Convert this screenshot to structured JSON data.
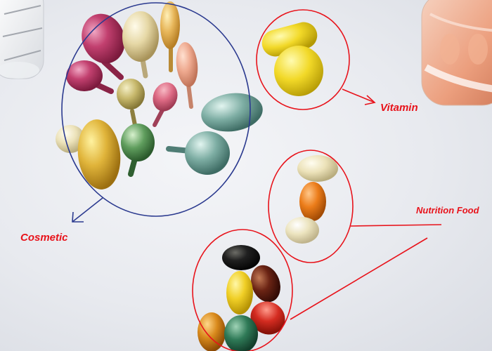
{
  "labels": {
    "cosmetic": "Cosmetic",
    "vitamin": "Vitamin",
    "nutrition": "Nutrition Food"
  },
  "colors": {
    "annotation_red": "#e8131b",
    "cosmetic_circle": "#2b3a8f",
    "background": "#ebedf1"
  }
}
